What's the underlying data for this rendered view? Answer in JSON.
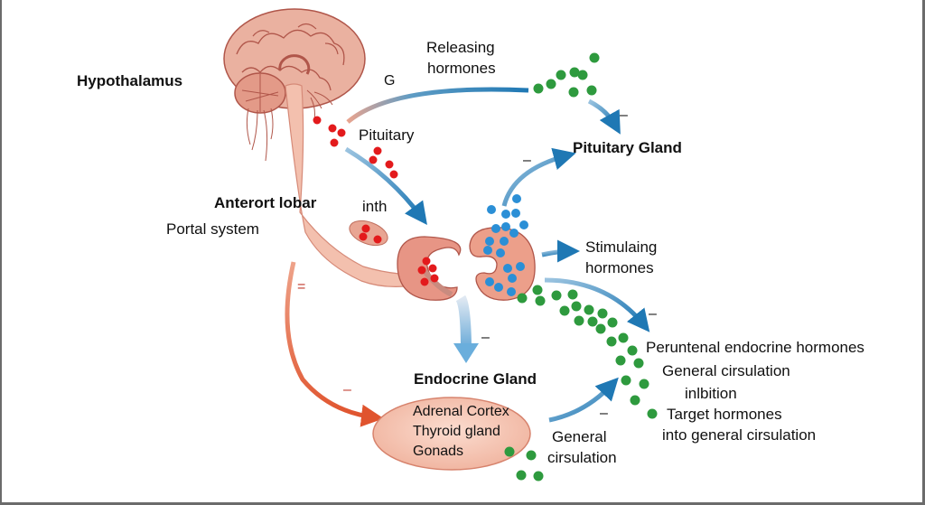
{
  "diagram": {
    "title_labels": {
      "hypothalamus": "Hypothalamus",
      "pituitary_gland": "Pituitary Gland",
      "anterior_lobe": "Anterort lobar",
      "endocrine_gland": "Endocrine Gland"
    },
    "labels": {
      "releasing_hormones": [
        "Releasing",
        "hormones"
      ],
      "g_marker": "G",
      "pituitary": "Pituitary",
      "inth": "inth",
      "portal_system": "Portal system",
      "stimulating_hormones": [
        "Stimulaing",
        "hormones"
      ],
      "peripheral_hormones": "Peruntenal endocrine hormones",
      "general_circulation_inhibition": [
        "General cirsulation",
        "inlbition"
      ],
      "target_hormones": [
        "Target hormones",
        "into general cirsulation"
      ],
      "general_circulation_bottom": [
        "General",
        "cirsulation"
      ]
    },
    "endocrine_targets": [
      "Adrenal Cortex",
      "Thyroid gland",
      "Gonads"
    ],
    "feedback_signs": {
      "releasing_to_pituitary": "–",
      "pituitary_up": "–",
      "stimulating_down": "–",
      "pituitary_to_endocrine": "–",
      "portal_loop_upper": "=",
      "portal_loop_lower": "–",
      "endocrine_to_circulation": "–"
    },
    "colors": {
      "brain": "#e8a593",
      "brain_dark": "#b85a4a",
      "arrow_blue": "#1f78b4",
      "arrow_red": "#e0542e",
      "dot_red": "#e31a1c",
      "dot_blue": "#2b8fd6",
      "dot_green": "#2e9a3e",
      "ellipse_fill": "#f6c6b4",
      "sign_red": "#c0392b"
    }
  }
}
